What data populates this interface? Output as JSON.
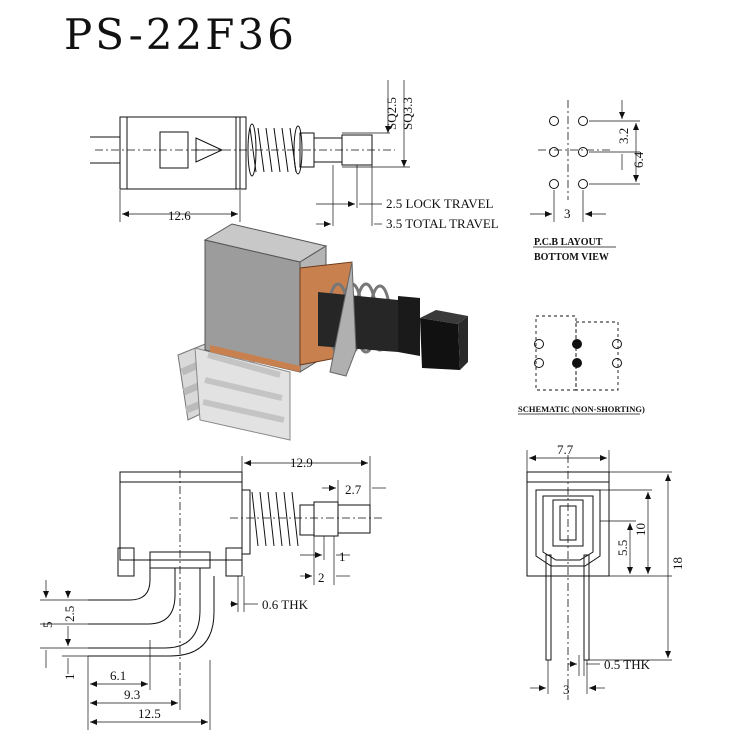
{
  "title": "PS-22F36",
  "side_view": {
    "body_length": "12.6",
    "sq_small": "SQ2.5",
    "sq_large": "SQ3.3",
    "lock_travel": "2.5 LOCK TRAVEL",
    "total_travel": "3.5 TOTAL TRAVEL"
  },
  "pcb_layout": {
    "pitch_v": "3.2",
    "span_v": "6.4",
    "pitch_h": "3",
    "caption_1": "P.C.B LAYOUT",
    "caption_2": "BOTTOM VIEW"
  },
  "schematic": {
    "caption": "SCHEMATIC (NON-SHORTING)"
  },
  "bottom_view": {
    "overall_length": "12.9",
    "plunger": "2.7",
    "offset_1": "1",
    "offset_2": "2",
    "thickness": "0.6 THK",
    "pin_2_5": "2.5",
    "pin_5": "5",
    "pin_1": "1",
    "pin_6_1": "6.1",
    "pin_9_3": "9.3",
    "pin_12_5": "12.5"
  },
  "front_view": {
    "width": "7.7",
    "height_5_5": "5.5",
    "height_10": "10",
    "height_18": "18",
    "thickness": "0.5 THK",
    "pitch": "3"
  }
}
